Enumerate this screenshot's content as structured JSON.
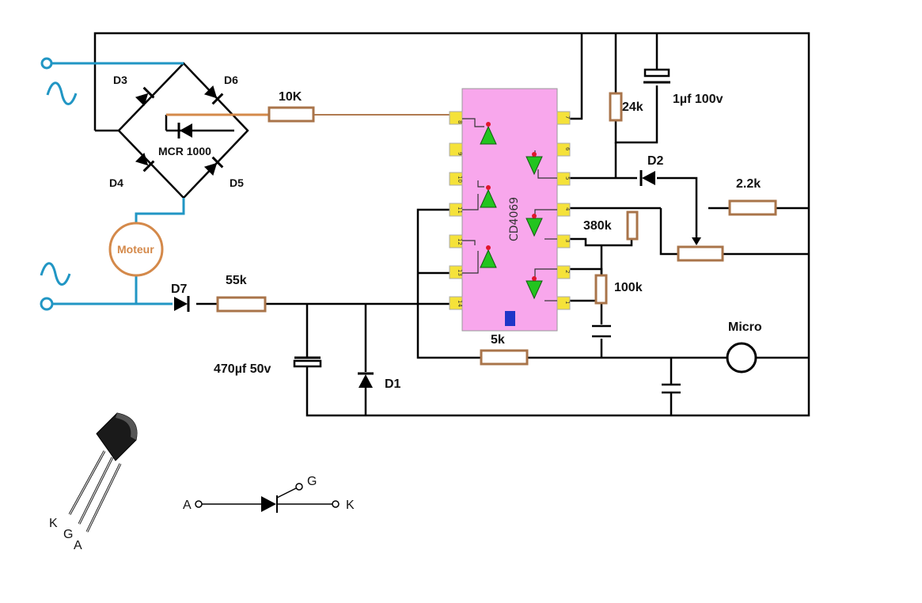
{
  "components": {
    "d3": "D3",
    "d6": "D6",
    "d4": "D4",
    "d5": "D5",
    "scr": "MCR 1000",
    "r10k": "10K",
    "motor": "Moteur",
    "d7": "D7",
    "r55k": "55k",
    "c470": "470µf 50v",
    "d1": "D1",
    "chip": "CD4069",
    "r24k": "24k",
    "c1uf": "1µf 100v",
    "d2": "D2",
    "r22k": "2.2k",
    "r380k": "380k",
    "r100k": "100k",
    "r5k": "5k",
    "micro": "Micro"
  },
  "pins": {
    "left": [
      "8",
      "9",
      "10",
      "11",
      "12",
      "13",
      "14"
    ],
    "right": [
      "7",
      "6",
      "5",
      "4",
      "3",
      "2",
      "1"
    ]
  },
  "pinout": {
    "k": "K",
    "g": "G",
    "a": "A"
  },
  "symbol": {
    "a": "A",
    "g": "G",
    "k": "K"
  },
  "colors": {
    "ac_wire": "#2196c4",
    "motor_wire": "#d4894a",
    "chip": "#f8a7ec",
    "gate": "#23c41f",
    "pin": "#f5e23a",
    "resistor": "#a9744a"
  }
}
